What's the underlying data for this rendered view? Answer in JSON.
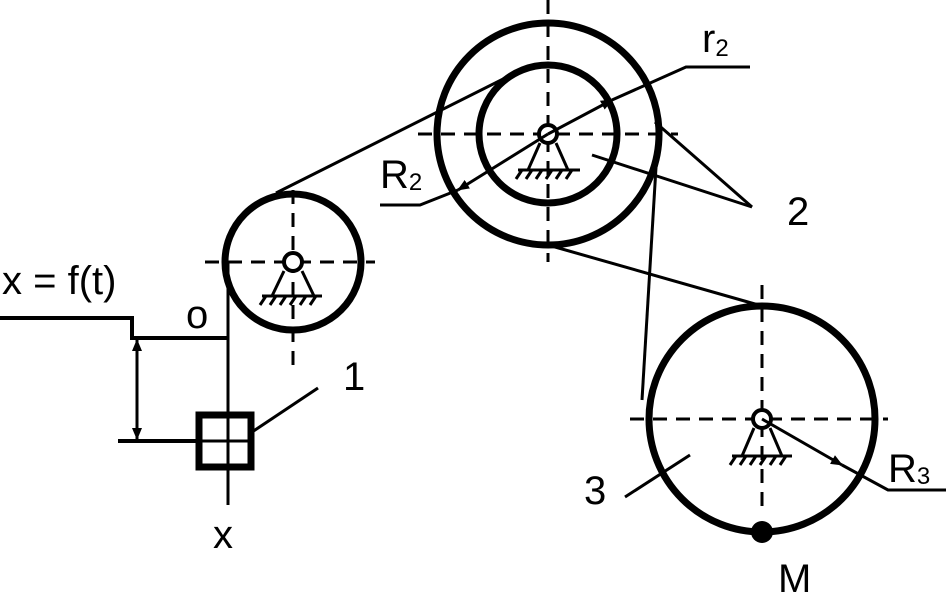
{
  "labels": {
    "equation": "x = f(t)",
    "origin": "o",
    "axis_x": "x",
    "pulley1": "1",
    "pulley2": "2",
    "pulley3": "3",
    "point_m": "M",
    "r2_base": "r",
    "r2_sub": "2",
    "R2_base": "R",
    "R2_sub": "2",
    "R3_base": "R",
    "R3_sub": "3"
  },
  "colors": {
    "stroke": "#000000",
    "background": "#ffffff"
  },
  "icons": [
    "fixed-pivot-support-icon",
    "arrow-head-icon"
  ]
}
